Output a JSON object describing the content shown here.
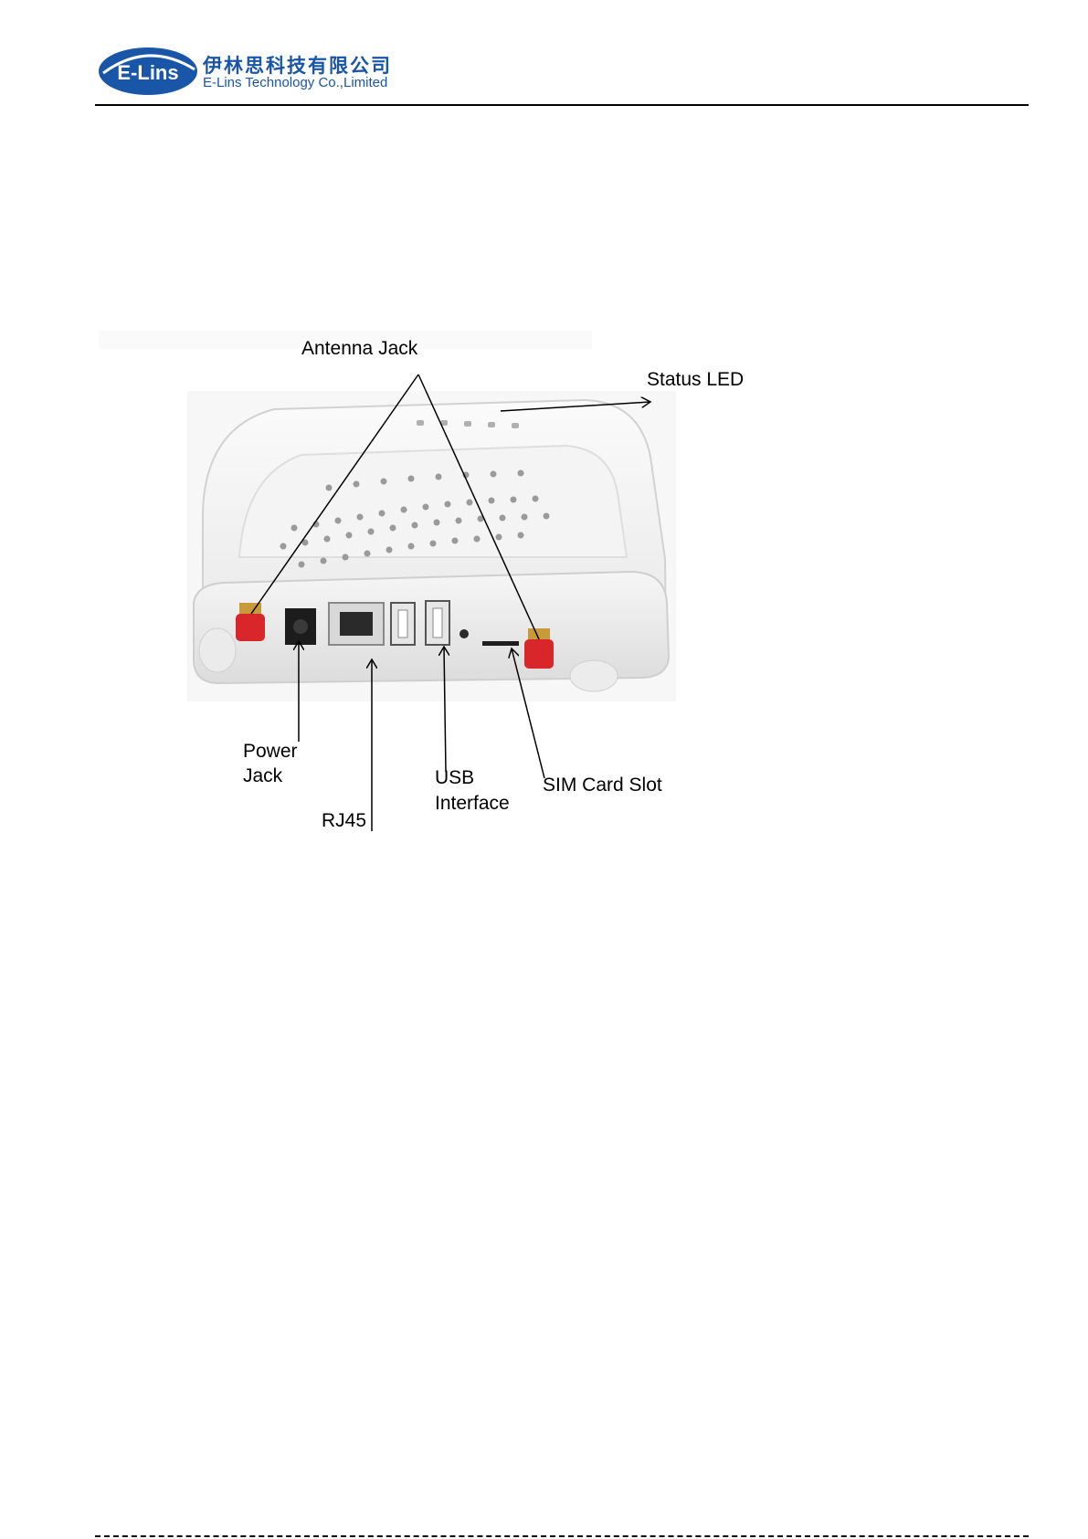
{
  "header": {
    "logo_text": "E-Lins",
    "company_name_cn": "伊林思科技有限公司",
    "company_name_en": "E-Lins Technology Co.,Limited"
  },
  "figure": {
    "labels": {
      "antenna_jack": "Antenna Jack",
      "status_led": "Status LED",
      "power_jack_line1": "Power",
      "power_jack_line2": "Jack",
      "rj45": "RJ45",
      "usb_line1": "USB",
      "usb_line2": "Interface",
      "sim_card_slot": "SIM Card Slot"
    }
  },
  "colors": {
    "brand_blue": "#1a56a8",
    "device_white": "#f2f2f2",
    "antenna_red": "#d8262b",
    "antenna_gold": "#c89a3a"
  }
}
